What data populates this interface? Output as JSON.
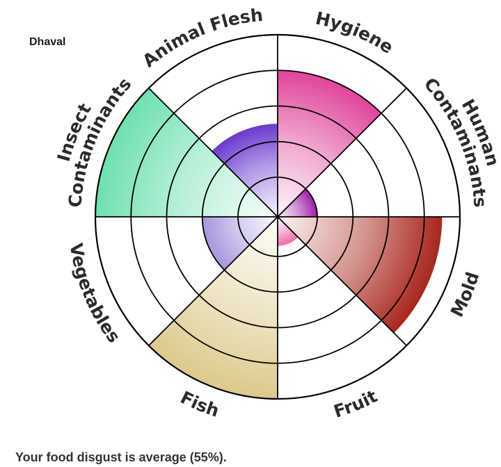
{
  "user": {
    "name": "Dhaval"
  },
  "summary": {
    "text": "Your food disgust is average (55%)."
  },
  "chart_data": {
    "type": "polar_area",
    "rings": 5,
    "max_level": 5,
    "categories": [
      {
        "name": "Hygiene",
        "lines": [
          "Hygiene"
        ],
        "level": 4,
        "color": "#e0459a"
      },
      {
        "name": "Human Contaminants",
        "lines": [
          "Human",
          "Contaminants"
        ],
        "level": 1,
        "color": "#a020a8"
      },
      {
        "name": "Mold",
        "lines": [
          "Mold"
        ],
        "level": 4.5,
        "color": "#a8261c"
      },
      {
        "name": "Fruit",
        "lines": [
          "Fruit"
        ],
        "level": 0.7,
        "color": "#f06aa8"
      },
      {
        "name": "Fish",
        "lines": [
          "Fish"
        ],
        "level": 5,
        "color": "#dcc98a"
      },
      {
        "name": "Vegetables",
        "lines": [
          "Vegetables"
        ],
        "level": 2,
        "color": "#a595dc"
      },
      {
        "name": "Insect Contaminants",
        "lines": [
          "Insect",
          "Contaminants"
        ],
        "level": 5,
        "color": "#6ee0b0"
      },
      {
        "name": "Animal Flesh",
        "lines": [
          "Animal Flesh"
        ],
        "level": 2.5,
        "color": "#6a3ad0"
      }
    ]
  }
}
